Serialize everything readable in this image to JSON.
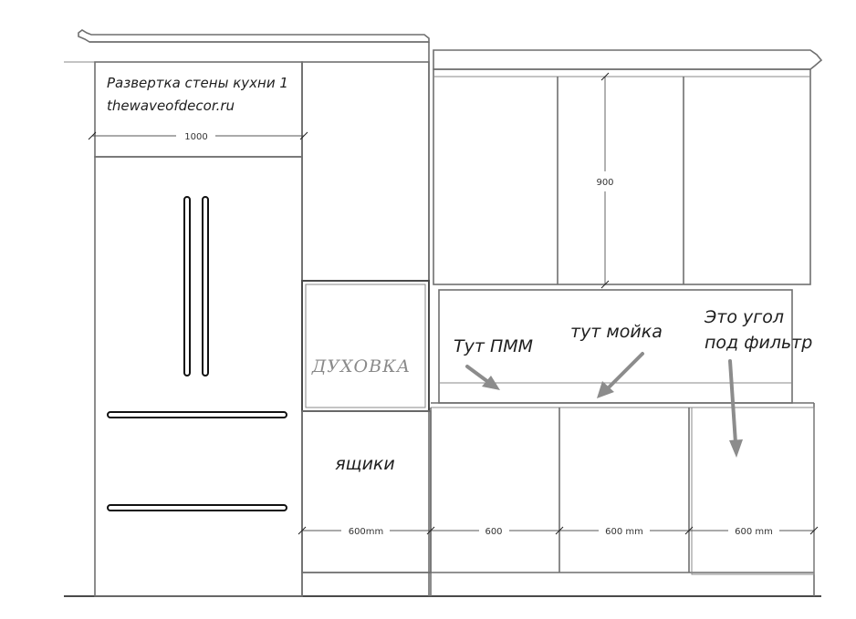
{
  "title": {
    "line1": "Развертка стены кухни 1",
    "line2": "thewaveofdecor.ru"
  },
  "dimensions": {
    "fridge_width": "1000",
    "upper_height": "900",
    "drawers_width": "600mm",
    "cabinet_2_width": "600",
    "cabinet_3_width": "600 mm",
    "cabinet_4_width": "600 mm"
  },
  "labels": {
    "oven": "ДУХОВКА",
    "drawers": "ящики",
    "dishwasher": "Тут ПММ",
    "sink": "тут мойка",
    "corner_line1": "Это угол",
    "corner_line2": "под фильтр"
  },
  "colors": {
    "line": "#6f6f6f",
    "handle": "#111111",
    "arrow": "#8c8c8c",
    "oven_text": "#8a8a8a"
  }
}
